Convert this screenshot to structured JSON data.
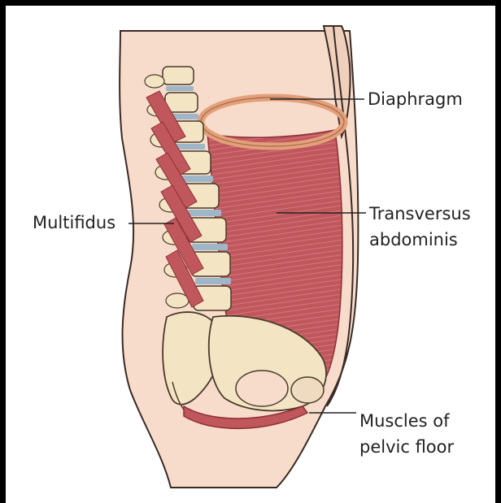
{
  "labels": {
    "diaphragm": "Diaphragm",
    "multifidus": "Multifidus",
    "transversus_line1": "Transversus",
    "transversus_line2": "abdominis",
    "pelvic_line1": "Muscles of",
    "pelvic_line2": "pelvic floor"
  },
  "colors": {
    "skin": "#f7dccb",
    "skin_outline": "#3a2a25",
    "muscle": "#c0575d",
    "muscle_dark": "#8e2f36",
    "muscle_fiber": "#e49aa0",
    "bone": "#f3e4c4",
    "bone_outline": "#4a3a2a",
    "disc": "#9fb6c8",
    "diaphragm": "#e3a07a",
    "leader_line": "#222222"
  }
}
